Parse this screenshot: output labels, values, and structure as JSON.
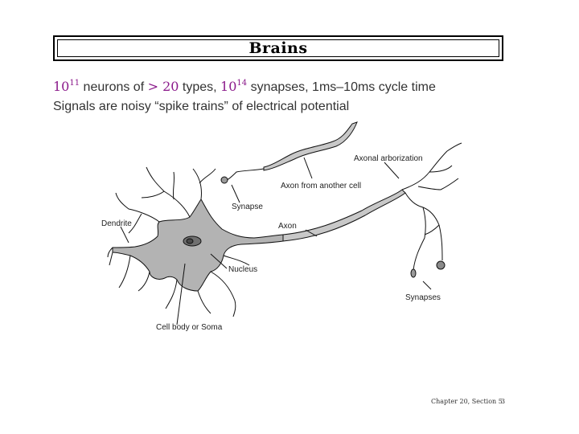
{
  "slide": {
    "title": "Brains",
    "line1": {
      "exp_neurons_base": "10",
      "exp_neurons_power": "11",
      "neurons_text": " neurons of ",
      "types_math": "> 20",
      "types_text": " types, ",
      "exp_syn_base": "10",
      "exp_syn_power": "14",
      "rest": " synapses, 1ms–10ms cycle time"
    },
    "line2": "Signals are noisy “spike trains” of electrical potential"
  },
  "diagram_labels": {
    "axonal_arborization": "Axonal arborization",
    "axon_from_another_cell": "Axon from another cell",
    "synapse": "Synapse",
    "dendrite": "Dendrite",
    "axon": "Axon",
    "nucleus": "Nucleus",
    "synapses": "Synapses",
    "cell_body": "Cell body or Soma"
  },
  "footer": {
    "chapter": "Chapter 20, Section 5",
    "page": "3"
  }
}
